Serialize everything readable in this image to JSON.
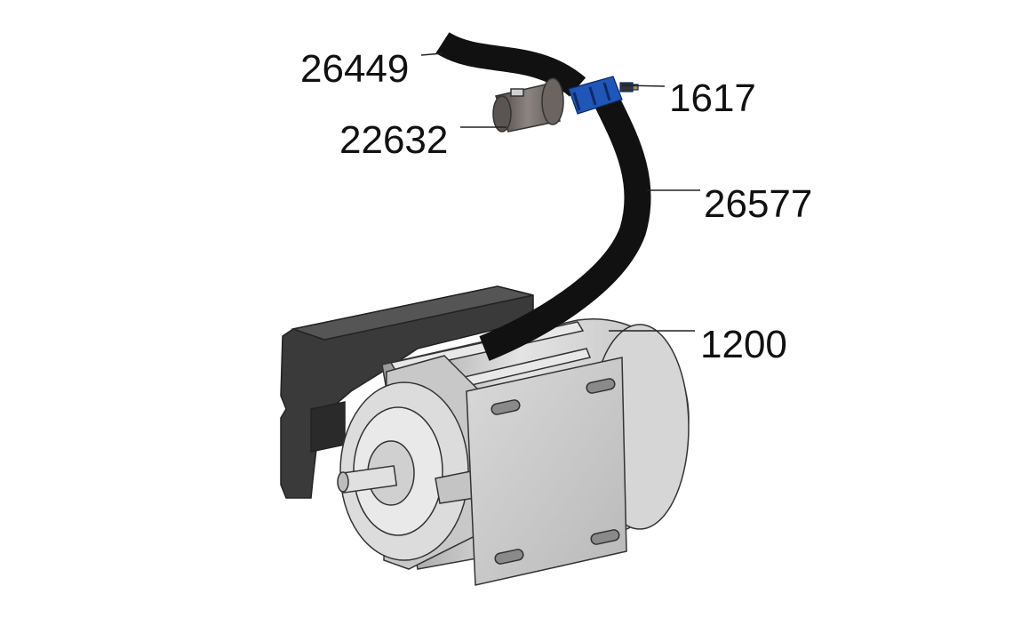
{
  "labels": {
    "hose_upper": "26449",
    "connector": "1617",
    "capacitor": "22632",
    "hose_main": "26577",
    "motor": "1200"
  },
  "colors": {
    "terminal_box": "#3a3a3a",
    "motor_body": "#cfcfcf",
    "hose": "#111111",
    "connector": "#1f56b8",
    "capacitor": "#6b6460"
  }
}
